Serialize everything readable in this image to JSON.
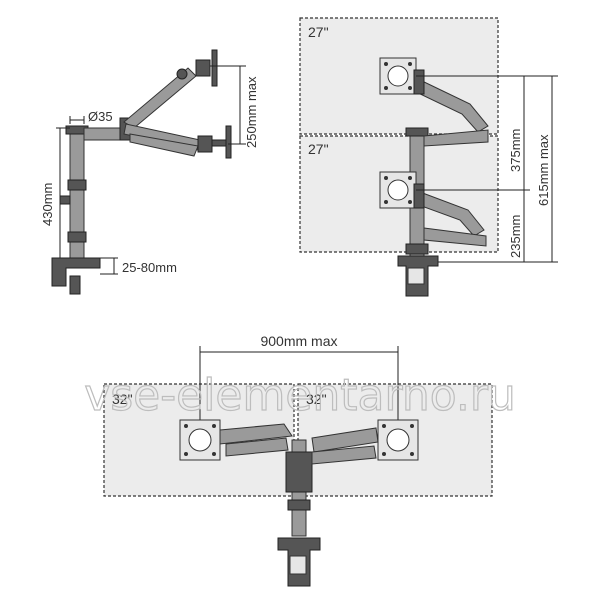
{
  "side_view": {
    "pole_diameter": "Ø35",
    "arm_height": "250mm max",
    "pole_height": "430mm",
    "clamp_range": "25-80mm"
  },
  "vertical_view": {
    "upper_screen_size": "27\"",
    "lower_screen_size": "27\"",
    "upper_offset": "375mm",
    "lower_height": "235mm",
    "total_height": "615mm max"
  },
  "horizontal_view": {
    "span": "900mm max",
    "left_screen_size": "32\"",
    "right_screen_size": "32\""
  },
  "watermark": "vse-elementarno.ru"
}
